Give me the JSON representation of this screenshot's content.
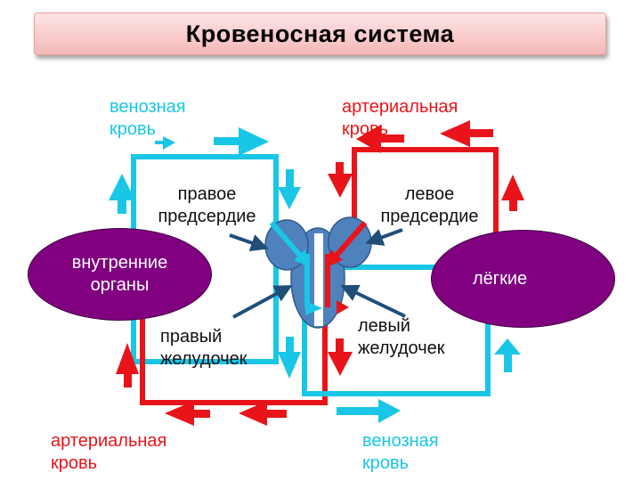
{
  "title": "Кровеносная система",
  "labels": {
    "venous_top": "венозная кровь",
    "arterial_top": "артериальная кровь",
    "right_atrium": "правое предсердие",
    "left_atrium": "левое предсердие",
    "right_ventricle": "правый желудочек",
    "left_ventricle": "левый желудочек",
    "arterial_bottom": "артериальная кровь",
    "venous_bottom": "венозная кровь"
  },
  "organs": {
    "internal": "внутренние органы",
    "lungs": "лёгкие"
  },
  "colors": {
    "venous": "#19c6e6",
    "arterial": "#e8141a",
    "heart": "#4f81bd",
    "pointer": "#1f4e79",
    "organ": "#800080"
  }
}
